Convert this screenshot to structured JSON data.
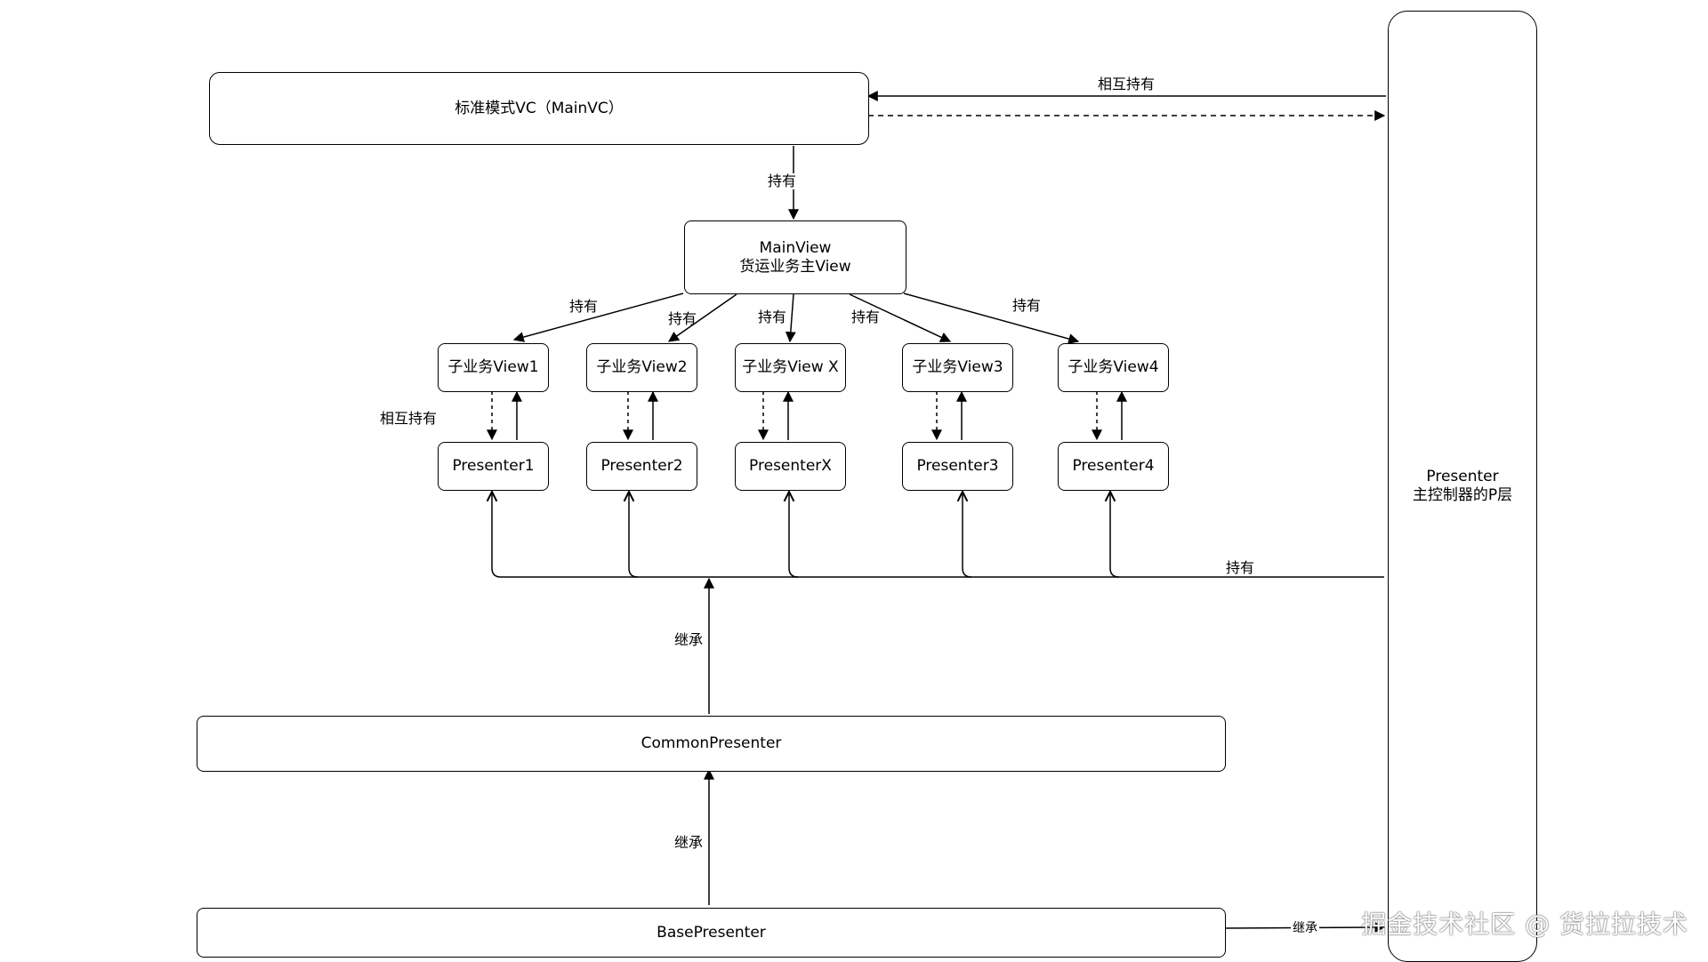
{
  "nodes": {
    "main_vc": "标准模式VC（MainVC）",
    "main_view_line1": "MainView",
    "main_view_line2": "货运业务主View",
    "sub_view_1": "子业务View1",
    "sub_view_2": "子业务View2",
    "sub_view_x": "子业务View X",
    "sub_view_3": "子业务View3",
    "sub_view_4": "子业务View4",
    "presenter_1": "Presenter1",
    "presenter_2": "Presenter2",
    "presenter_x": "PresenterX",
    "presenter_3": "Presenter3",
    "presenter_4": "Presenter4",
    "common_presenter": "CommonPresenter",
    "base_presenter": "BasePresenter",
    "main_presenter_line1": "Presenter",
    "main_presenter_line2": "主控制器的P层"
  },
  "edge_labels": {
    "vc_presenter_mutual": "相互持有",
    "vc_holds_mainview": "持有",
    "mainview_holds_1": "持有",
    "mainview_holds_2": "持有",
    "mainview_holds_x": "持有",
    "mainview_holds_3": "持有",
    "mainview_holds_4": "持有",
    "view_presenter_mutual": "相互持有",
    "main_presenter_holds_subs": "持有",
    "common_inherit": "继承",
    "base_inherit": "继承",
    "base_to_main_inherit": "继承"
  },
  "watermark": "掘金技术社区 @ 货拉拉技术"
}
